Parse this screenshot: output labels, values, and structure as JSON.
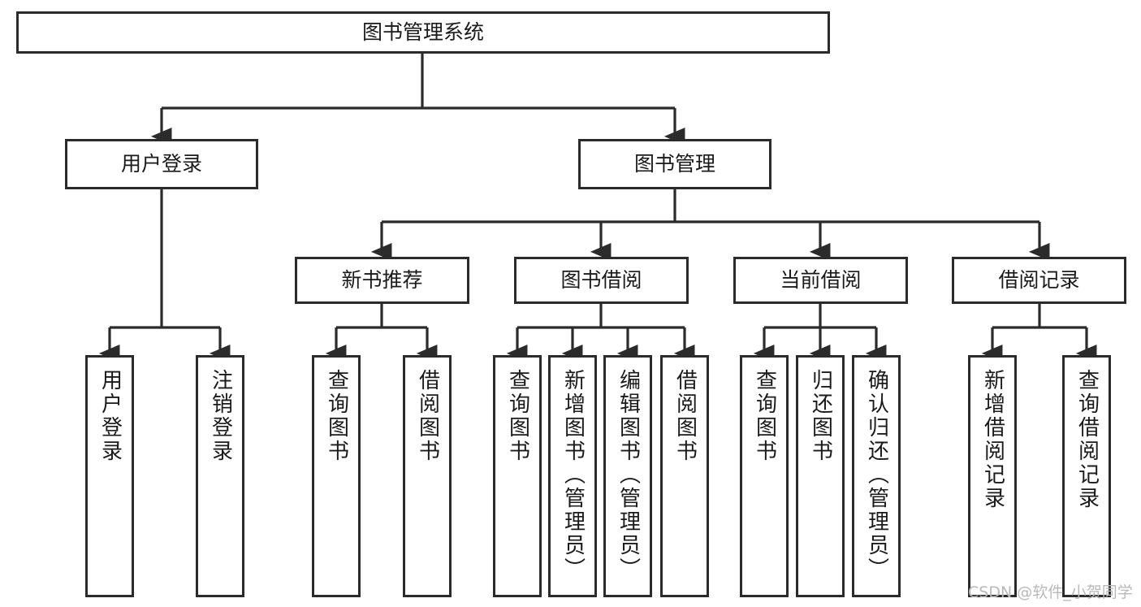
{
  "diagram": {
    "type": "tree-hierarchy-chart",
    "title": "图书管理系统",
    "stroke_color": "#2b2b2b",
    "fill_color": "#ffffff",
    "text_color": "#1a1a1a",
    "root": {
      "id": "root",
      "label": "图书管理系统"
    },
    "level1": [
      {
        "id": "user-login",
        "label": "用户登录"
      },
      {
        "id": "book-management",
        "label": "图书管理"
      }
    ],
    "level2": [
      {
        "id": "new-book-recommend",
        "label": "新书推荐",
        "parent": "book-management"
      },
      {
        "id": "book-borrow",
        "label": "图书借阅",
        "parent": "book-management"
      },
      {
        "id": "current-borrow",
        "label": "当前借阅",
        "parent": "book-management"
      },
      {
        "id": "borrow-record",
        "label": "借阅记录",
        "parent": "book-management"
      }
    ],
    "leaves": [
      {
        "id": "leaf-user-login",
        "label": "用户登录",
        "parent": "user-login"
      },
      {
        "id": "leaf-user-logout",
        "label": "注销登录",
        "parent": "user-login"
      },
      {
        "id": "leaf-query-book-1",
        "label": "查询图书",
        "parent": "new-book-recommend"
      },
      {
        "id": "leaf-borrow-book-1",
        "label": "借阅图书",
        "parent": "new-book-recommend"
      },
      {
        "id": "leaf-query-book-2",
        "label": "查询图书",
        "parent": "book-borrow"
      },
      {
        "id": "leaf-add-book",
        "label": "新增图书（管理员）",
        "parent": "book-borrow"
      },
      {
        "id": "leaf-edit-book",
        "label": "编辑图书（管理员）",
        "parent": "book-borrow"
      },
      {
        "id": "leaf-borrow-book-2",
        "label": "借阅图书",
        "parent": "book-borrow"
      },
      {
        "id": "leaf-query-book-3",
        "label": "查询图书",
        "parent": "current-borrow"
      },
      {
        "id": "leaf-return-book",
        "label": "归还图书",
        "parent": "current-borrow"
      },
      {
        "id": "leaf-confirm-return",
        "label": "确认归还（管理员）",
        "parent": "current-borrow"
      },
      {
        "id": "leaf-add-record",
        "label": "新增借阅记录",
        "parent": "borrow-record"
      },
      {
        "id": "leaf-query-record",
        "label": "查询借阅记录",
        "parent": "borrow-record"
      }
    ]
  },
  "watermark": {
    "text": "CSDN @软件_小贺同学"
  }
}
